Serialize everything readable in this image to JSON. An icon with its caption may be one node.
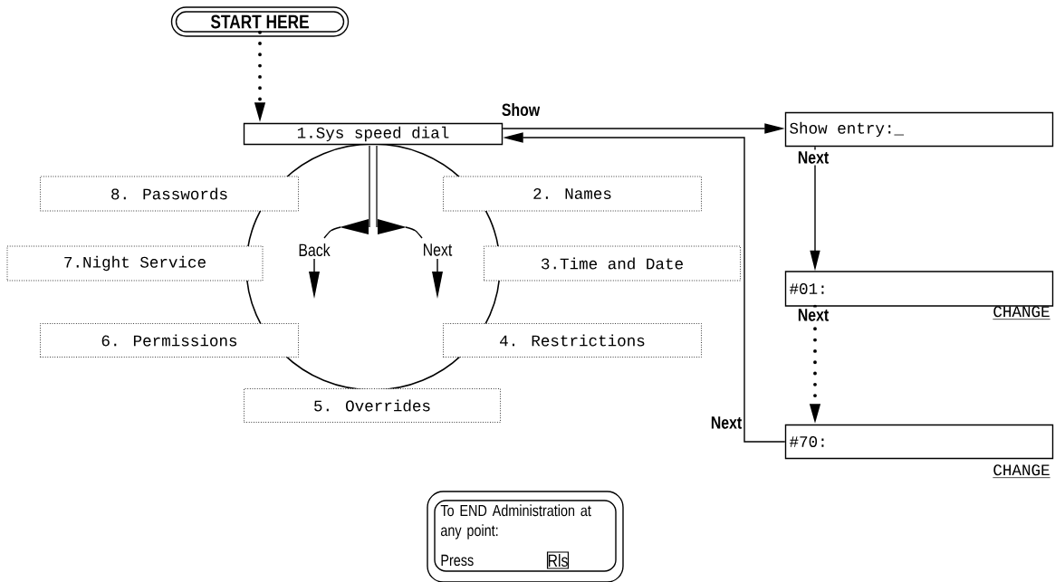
{
  "diagram": {
    "nodes": [
      {
        "text": [
          "START HERE"
        ]
      },
      {
        "text": [
          "1.Sys speed dial"
        ]
      },
      {
        "text": [
          "8. Passwords"
        ]
      },
      {
        "text": [
          "2. Names"
        ]
      },
      {
        "text": [
          "7.Night Service"
        ]
      },
      {
        "text": [
          "3.Time and Date"
        ]
      },
      {
        "text": [
          "6. Permissions"
        ]
      },
      {
        "text": [
          "4. Restrictions"
        ]
      },
      {
        "text": [
          "5. Overrides"
        ]
      },
      {
        "text": [
          "Show entry:_"
        ]
      },
      {
        "text": [
          "#01:"
        ],
        "beside": [
          "CHANGE"
        ]
      },
      {
        "text": [
          "#70:"
        ],
        "beside": [
          "CHANGE"
        ]
      },
      {
        "text": [
          "To END Administration at any point:",
          "Press"
        ]
      },
      {
        "text": [
          "Rls"
        ],
        "in": 12
      }
    ],
    "edges": [
      {
        "from": 0,
        "to": 1,
        "arrow": "to",
        "style": "dashed"
      },
      {
        "from": 1,
        "to": 9,
        "arrow": "to",
        "label": "Show"
      },
      {
        "from": 9,
        "to": 10,
        "arrow": "to",
        "label": "Next"
      },
      {
        "from": 10,
        "to": 11,
        "arrow": "to",
        "label": "Next",
        "style": "dashed"
      },
      {
        "from": 11,
        "to": 1,
        "arrow": "to",
        "label": "Next"
      }
    ],
    "labels": [
      "Back",
      "Next"
    ]
  }
}
